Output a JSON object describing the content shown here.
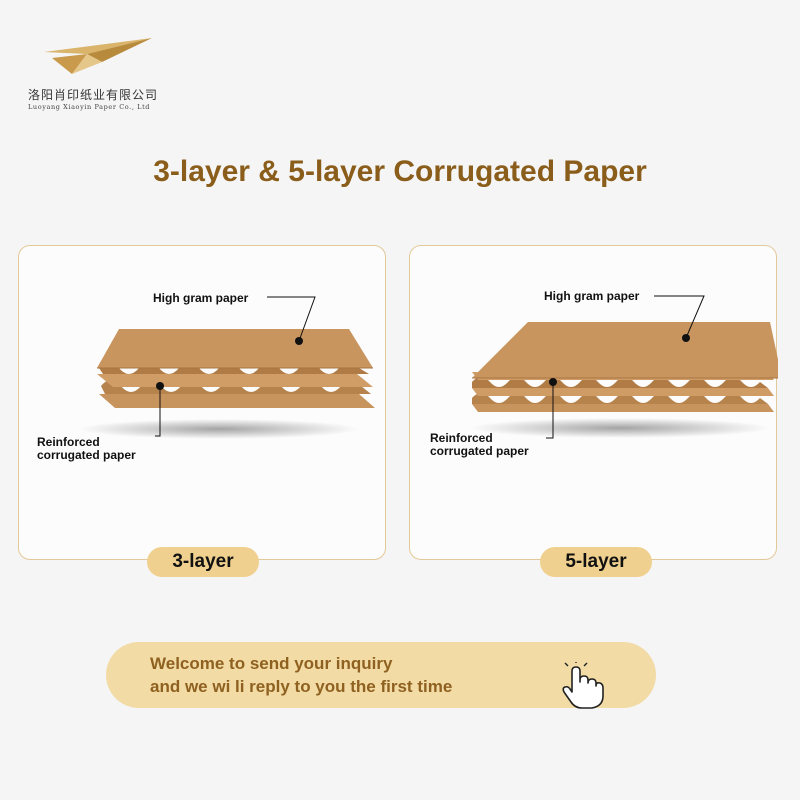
{
  "brand": {
    "name_cn": "洛阳肖印纸业有限公司",
    "name_en": "Luoyang Xiaoyin Paper Co., Ltd"
  },
  "title": "3-layer & 5-layer Corrugated Paper",
  "panels": [
    {
      "top_label": "High gram paper",
      "bottom_label_line1": "Reinforced",
      "bottom_label_line2": "corrugated paper",
      "tag": "3-layer"
    },
    {
      "top_label": "High gram paper",
      "bottom_label_line1": "Reinforced",
      "bottom_label_line2": "corrugated paper",
      "tag": "5-layer"
    }
  ],
  "inquiry": {
    "line1": "Welcome to send your inquiry",
    "line2": "and we wi li reply to you the first time"
  },
  "icons": {
    "logo": "paper-plane-logo-icon",
    "pointer": "hand-pointer-icon"
  },
  "colors": {
    "title": "#8a5d1b",
    "kraft": "#c9955f",
    "pill": "#f0d08e",
    "banner": "#f2dba5",
    "panel_border": "#e3c999"
  }
}
